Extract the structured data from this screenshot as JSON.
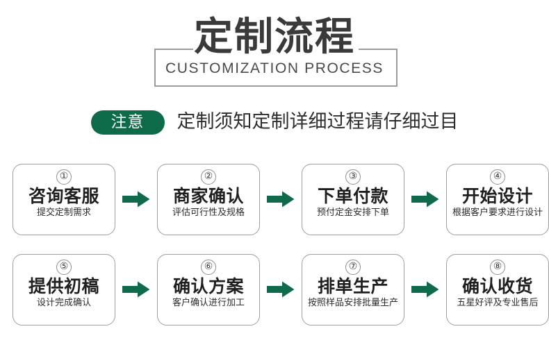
{
  "header": {
    "title_cn": "定制流程",
    "title_en": "CUSTOMIZATION PROCESS"
  },
  "notice": {
    "badge": "注意",
    "text": "定制须知定制详细过程请仔细过目"
  },
  "colors": {
    "accent_green": "#0e6b4a",
    "frame_gray": "#9b9b9b",
    "card_border": "#9d9d9d",
    "title_gray": "#3a3a3a"
  },
  "steps": [
    {
      "num": "①",
      "title": "咨询客服",
      "sub": "提交定制需求"
    },
    {
      "num": "②",
      "title": "商家确认",
      "sub": "评估可行性及规格"
    },
    {
      "num": "③",
      "title": "下单付款",
      "sub": "预付定金安排下单"
    },
    {
      "num": "④",
      "title": "开始设计",
      "sub": "根据客户要求进行设计"
    },
    {
      "num": "⑤",
      "title": "提供初稿",
      "sub": "设计完成确认"
    },
    {
      "num": "⑥",
      "title": "确认方案",
      "sub": "客户确认进行加工"
    },
    {
      "num": "⑦",
      "title": "排单生产",
      "sub": "按照样品安排批量生产"
    },
    {
      "num": "⑧",
      "title": "确认收货",
      "sub": "五星好评及专业售后"
    }
  ]
}
